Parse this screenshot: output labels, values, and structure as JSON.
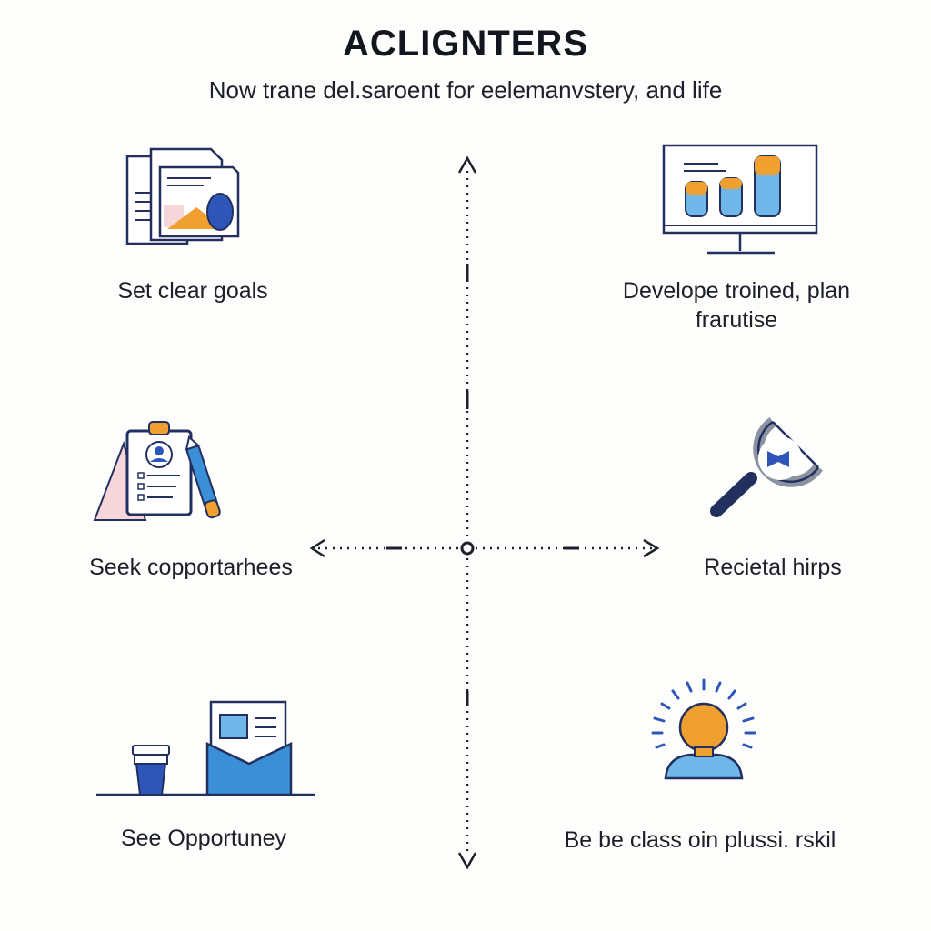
{
  "header": {
    "title": "ACLIGNTERS",
    "subtitle": "Now trane del.saroent for eelemanvstery, and life"
  },
  "items": [
    {
      "label": "Set clear goals"
    },
    {
      "label_line1": "Develope troined, plan",
      "label_line2": "frarutise"
    },
    {
      "label": "Seek copportarhees"
    },
    {
      "label": "Recietal hirps"
    },
    {
      "label": "See Opportuney"
    },
    {
      "label": "Be be class oin plussi. rskil"
    }
  ],
  "colors": {
    "navy": "#23305f",
    "blue": "#3a8fd6",
    "light_blue": "#6fb7e8",
    "orange": "#f0a030",
    "pink": "#f6d6d8",
    "gray": "#8c93a0"
  }
}
